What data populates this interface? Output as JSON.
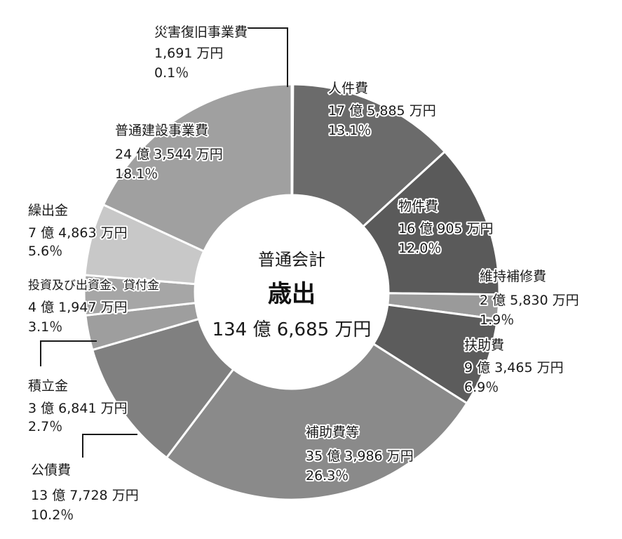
{
  "chart_data": {
    "type": "pie",
    "variant": "donut",
    "center": {
      "line1": "普通会計",
      "line2": "歳出",
      "line3": "134 億 6,685 万円"
    },
    "slices": [
      {
        "name": "災害復旧事業費",
        "amount": "1,691 万円",
        "percent": "0.1％",
        "value": 0.1,
        "color": "#ffffff"
      },
      {
        "name": "人件費",
        "amount": "17 億 5,885 万円",
        "percent": "13.1％",
        "value": 13.1,
        "color": "#6b6b6b"
      },
      {
        "name": "物件費",
        "amount": "16 億 905 万円",
        "percent": "12.0％",
        "value": 12.0,
        "color": "#5a5a5a"
      },
      {
        "name": "維持補修費",
        "amount": "2 億 5,830 万円",
        "percent": "1.9％",
        "value": 1.9,
        "color": "#9a9a9a"
      },
      {
        "name": "扶助費",
        "amount": "9 億 3,465 万円",
        "percent": "6.9％",
        "value": 6.9,
        "color": "#5c5c5c"
      },
      {
        "name": "補助費等",
        "amount": "35 億 3,986 万円",
        "percent": "26.3％",
        "value": 26.3,
        "color": "#8a8a8a"
      },
      {
        "name": "公債費",
        "amount": "13 億 7,728 万円",
        "percent": "10.2％",
        "value": 10.2,
        "color": "#808080"
      },
      {
        "name": "積立金",
        "amount": "3 億 6,841 万円",
        "percent": "2.7％",
        "value": 2.7,
        "color": "#9e9e9e"
      },
      {
        "name": "投資及び出資金、貸付金",
        "amount": "4 億 1,947 万円",
        "percent": "3.1％",
        "value": 3.1,
        "color": "#a6a6a6"
      },
      {
        "name": "繰出金",
        "amount": "7 億 4,863 万円",
        "percent": "5.6％",
        "value": 5.6,
        "color": "#c8c8c8"
      },
      {
        "name": "普通建設事業費",
        "amount": "24 億 3,544 万円",
        "percent": "18.1％",
        "value": 18.1,
        "color": "#a0a0a0"
      }
    ]
  }
}
